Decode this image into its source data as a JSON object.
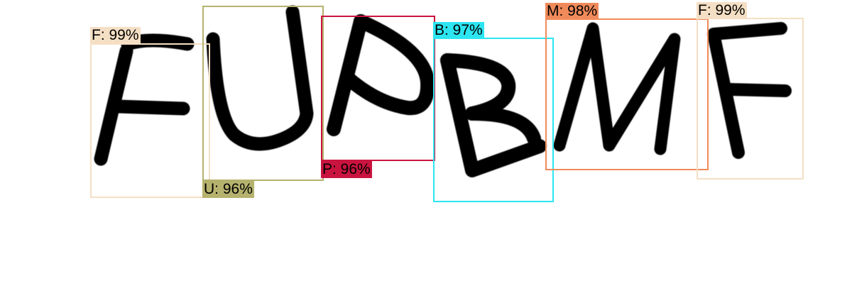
{
  "detections": [
    {
      "letter": "F",
      "label": "F: 99%",
      "color": "#f5dfc4"
    },
    {
      "letter": "U",
      "label": "U: 96%",
      "color": "#b5b26e"
    },
    {
      "letter": "P",
      "label": "P: 96%",
      "color": "#c9143f"
    },
    {
      "letter": "B",
      "label": "B: 97%",
      "color": "#2ce5f0"
    },
    {
      "letter": "M",
      "label": "M: 98%",
      "color": "#f08a5a"
    },
    {
      "letter": "F",
      "label": "F: 99%",
      "color": "#f5dfc4"
    }
  ]
}
